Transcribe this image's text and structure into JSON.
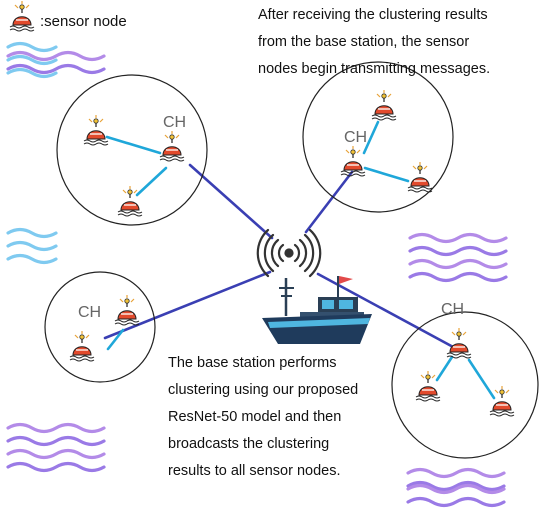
{
  "legend": {
    "label": ":sensor node"
  },
  "captions": {
    "top": [
      "After receiving the clustering results",
      "from the base station, the sensor",
      "nodes begin transmitting messages."
    ],
    "bottom": [
      "The base station performs",
      "clustering using our proposed",
      "ResNet-50 model and then",
      "broadcasts the clustering",
      "results to all sensor nodes."
    ]
  },
  "clusters": [
    {
      "head_label": "CH"
    },
    {
      "head_label": "CH"
    },
    {
      "head_label": "CH"
    },
    {
      "head_label": "CH"
    }
  ],
  "colors": {
    "broadcast_link": "#3a3fb3",
    "member_link": "#1fa7d9",
    "wave_light": "#8fd0f0",
    "wave_purple": "#b089e6",
    "buoy": "#e24a2c",
    "ship_hull": "#1f3b5c",
    "ship_cabin": "#4fb6e0"
  },
  "icons": {
    "sensor": "buoy-sensor-icon",
    "base_station": "radio-signal-icon",
    "ship": "ship-icon",
    "waves": "wave-icon"
  }
}
